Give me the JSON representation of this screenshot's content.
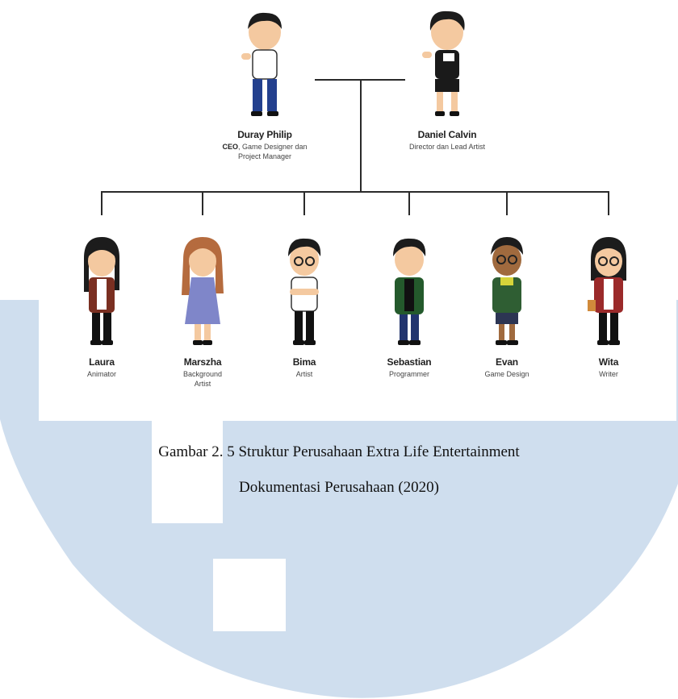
{
  "org_chart": {
    "leaders": [
      {
        "name": "Duray Philip",
        "role_strong": "CEO",
        "role_rest": ", Game Designer dan",
        "role_line2": "Project Manager"
      },
      {
        "name": "Daniel Calvin",
        "role": "Director dan Lead Artist"
      }
    ],
    "members": [
      {
        "name": "Laura",
        "role": "Animator"
      },
      {
        "name": "Marszha",
        "role": "Background",
        "role_line2": "Artist"
      },
      {
        "name": "Bima",
        "role": "Artist"
      },
      {
        "name": "Sebastian",
        "role": "Programmer"
      },
      {
        "name": "Evan",
        "role": "Game Design"
      },
      {
        "name": "Wita",
        "role": "Writer"
      }
    ]
  },
  "caption": {
    "line1": "Gambar 2. 5 Struktur Perusahaan Extra Life Entertainment",
    "line2": "Dokumentasi Perusahaan (2020)"
  },
  "colors": {
    "watermark": "#cfdeee",
    "line": "#2a2a2a",
    "skin": "#f4c9a0",
    "hair": "#1c1c1c"
  },
  "icons": [
    "person-icon"
  ]
}
